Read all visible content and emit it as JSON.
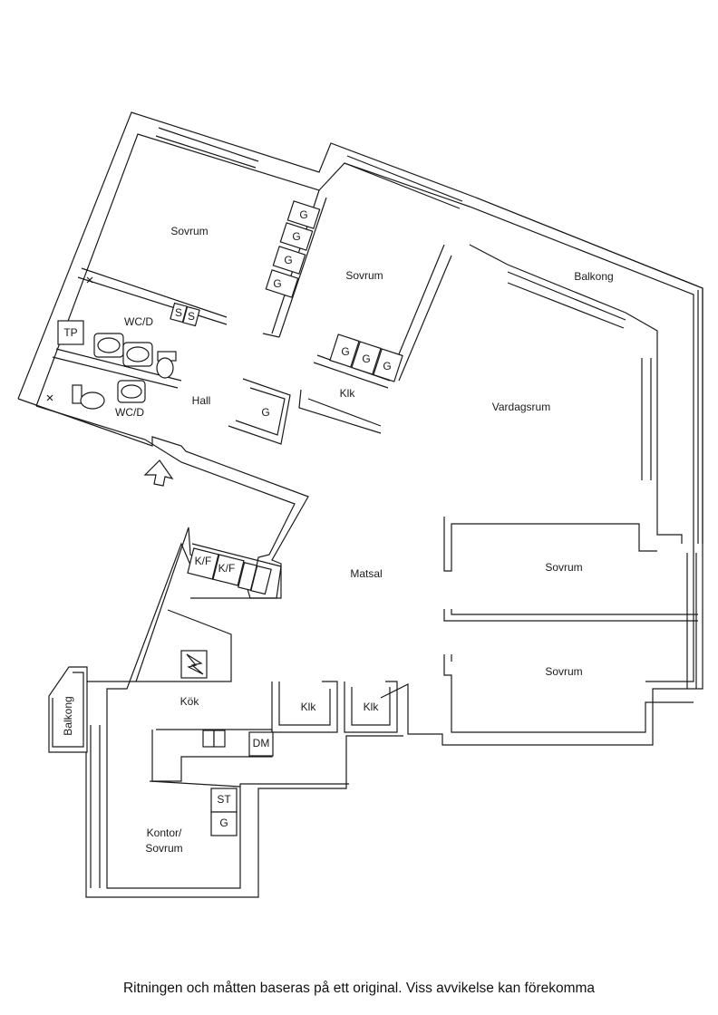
{
  "rooms": {
    "sovrum_nw": "Sovrum",
    "sovrum_n": "Sovrum",
    "balkong_ne": "Balkong",
    "wc_upper": "WC/D",
    "wc_lower": "WC/D",
    "tp": "TP",
    "hall": "Hall",
    "klk_hall": "Klk",
    "vardagsrum": "Vardagsrum",
    "matsal": "Matsal",
    "sovrum_e1": "Sovrum",
    "sovrum_e2": "Sovrum",
    "kok": "Kök",
    "klk_1": "Klk",
    "klk_2": "Klk",
    "balkong_w": "Balkong",
    "kontor_line1": "Kontor/",
    "kontor_line2": "Sovrum"
  },
  "fixtures": {
    "g": "G",
    "s": "S",
    "kf": "K/F",
    "dm": "DM",
    "st": "ST"
  },
  "caption": "Ritningen och måtten baseras på ett original. Viss avvikelse kan förekomma"
}
